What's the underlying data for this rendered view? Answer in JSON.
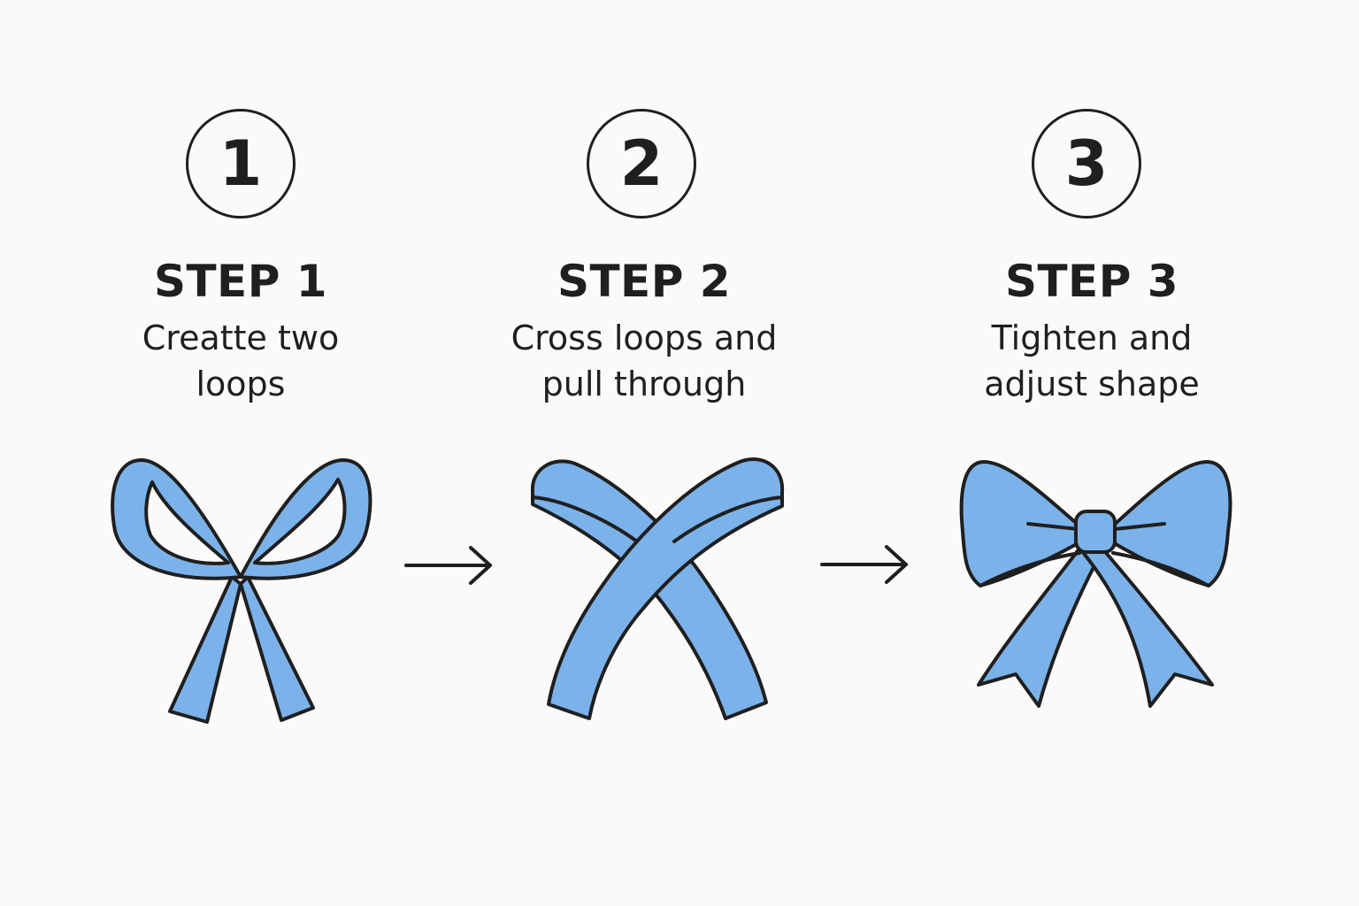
{
  "colors": {
    "ribbon": "#7bb2ea",
    "outline": "#1f1f1f",
    "background": "#fbfaf8"
  },
  "steps": [
    {
      "number": "1",
      "title": "STEP 1",
      "desc_line1": "Creatte two",
      "desc_line2": "loops",
      "illustration": "bow-two-loops-icon"
    },
    {
      "number": "2",
      "title": "STEP 2",
      "desc_line1": "Cross loops and",
      "desc_line2": "pull through",
      "illustration": "bow-crossed-loops-icon"
    },
    {
      "number": "3",
      "title": "STEP 3",
      "desc_line1": "Tighten and",
      "desc_line2": "adjust shape",
      "illustration": "bow-finished-icon"
    }
  ],
  "arrows": [
    {
      "icon": "arrow-right-icon"
    },
    {
      "icon": "arrow-right-icon"
    }
  ]
}
